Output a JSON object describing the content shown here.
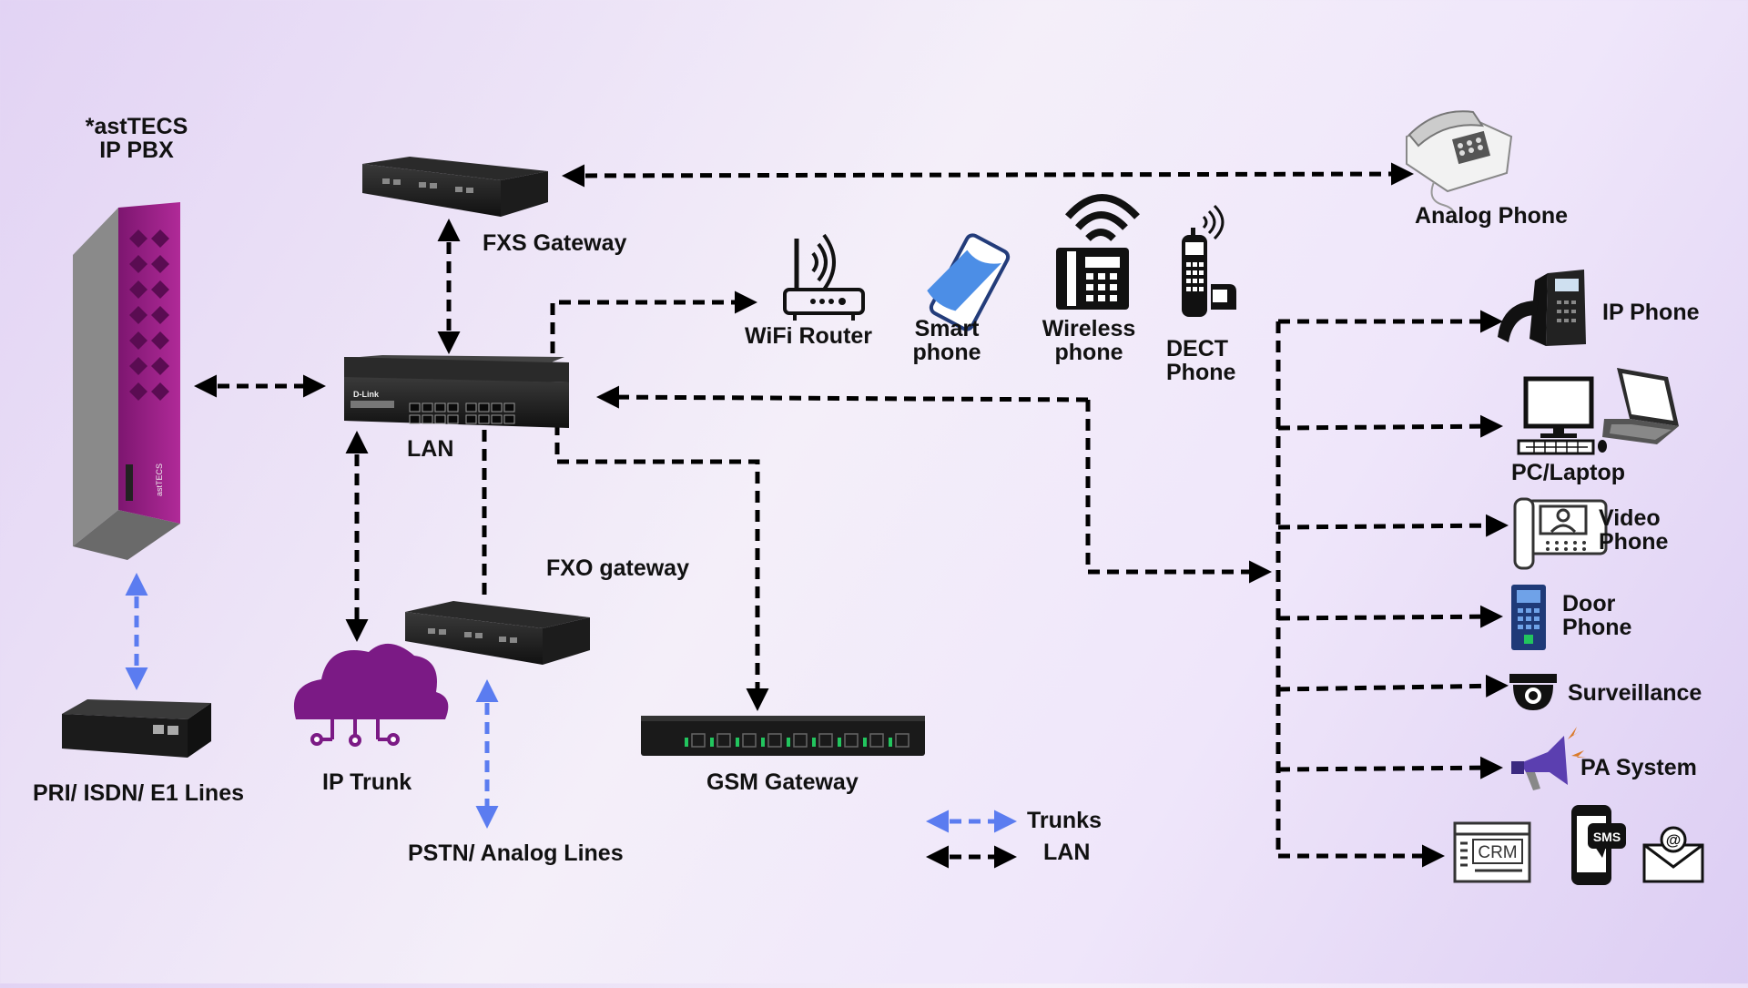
{
  "labels": {
    "pbx": "*astTECS\nIP PBX",
    "fxs_gateway": "FXS Gateway",
    "analog_phone": "Analog Phone",
    "lan": "LAN",
    "wifi_router": "WiFi Router",
    "smart_phone": "Smart\nphone",
    "wireless_phone": "Wireless\nphone",
    "dect_phone": "DECT\nPhone",
    "ip_phone": "IP Phone",
    "pc_laptop": "PC/Laptop",
    "video_phone": "Video\n Phone",
    "door_phone": "Door\n Phone",
    "surveillance": "Surveillance",
    "pa_system": "PA System",
    "fxo_gateway": "FXO gateway",
    "gsm_gateway": "GSM Gateway",
    "ip_trunk": "IP Trunk",
    "pri_lines": "PRI/ ISDN/ E1 Lines",
    "pstn_lines": "PSTN/ Analog Lines"
  },
  "device_text": {
    "switch_brand": "D-Link",
    "pbx_brand": "astTECS",
    "crm": "CRM",
    "sms": "SMS",
    "email_at": "@"
  },
  "legend": {
    "trunks": "Trunks",
    "lan": "LAN"
  },
  "colors": {
    "lan_line": "#000000",
    "trunk_line": "#5b7cf0",
    "pbx_magenta": "#a4258f",
    "cloud_purple": "#7b1a85",
    "background_start": "#e2d3f4",
    "background_end": "#dccdf3"
  },
  "icons": {
    "pbx": "server-icon",
    "fxs": "gateway-icon",
    "analog_phone": "analog-phone-icon",
    "switch": "switch-icon",
    "wifi_router": "router-icon",
    "smart_phone": "smartphone-icon",
    "wireless_phone": "wireless-phone-icon",
    "dect_phone": "dect-phone-icon",
    "ip_phone": "ip-phone-icon",
    "pc": "desktop-icon",
    "laptop": "laptop-icon",
    "video_phone": "video-phone-icon",
    "door_phone": "door-phone-icon",
    "surveillance": "camera-icon",
    "pa_system": "megaphone-icon",
    "crm": "crm-icon",
    "sms": "sms-icon",
    "email": "mail-icon",
    "cloud": "cloud-icon",
    "pri": "pri-box-icon",
    "gsm": "gsm-gateway-icon"
  }
}
